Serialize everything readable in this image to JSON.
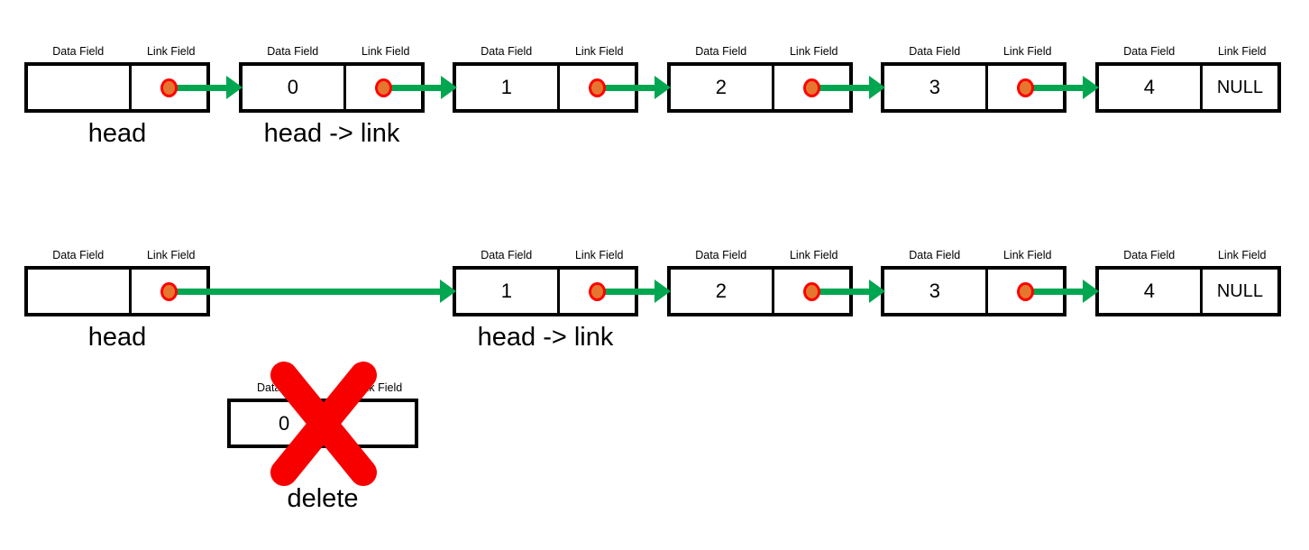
{
  "diagram": {
    "field_labels": {
      "data": "Data Field",
      "link": "Link Field"
    },
    "row1": {
      "caption_head": "head",
      "caption_head_link": "head -> link",
      "values": [
        "",
        "0",
        "1",
        "2",
        "3",
        "4"
      ],
      "null_label": "NULL"
    },
    "row2": {
      "caption_head": "head",
      "caption_head_link": "head -> link",
      "values": [
        "",
        "1",
        "2",
        "3",
        "4"
      ],
      "null_label": "NULL"
    },
    "deleted_node": {
      "value": "0",
      "caption": "delete"
    },
    "colors": {
      "arrow_green": "#00a650",
      "dot_fill": "#e5762f",
      "dot_outline": "#fe0000",
      "delete_x": "#f80000",
      "box_border": "#000000"
    }
  }
}
